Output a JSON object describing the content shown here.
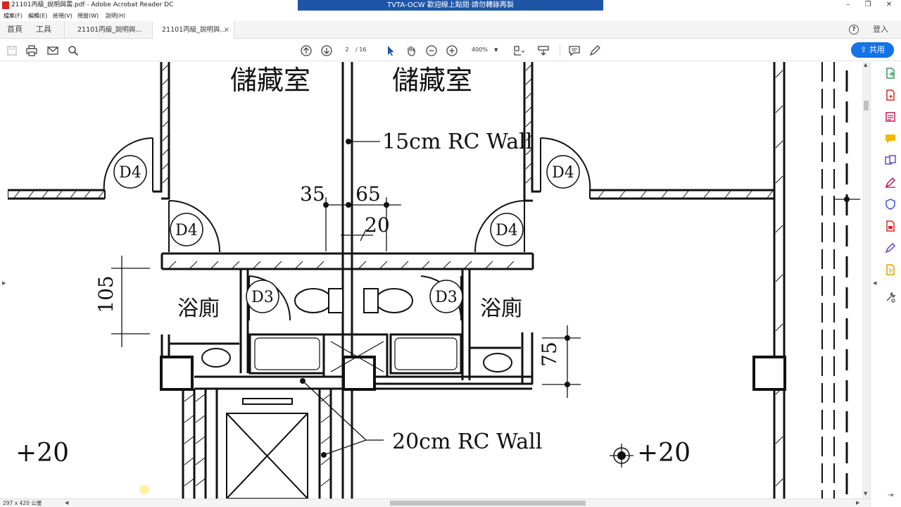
{
  "window": {
    "title": "21101丙級_說明與需.pdf - Adobe Acrobat Reader DC",
    "banner": "TVTA-OCW  歡迎線上點閱‧請勿轉錄再製"
  },
  "menu": {
    "items": [
      "檔案(F)",
      "編輯(E)",
      "檢視(V)",
      "視窗(W)",
      "說明(H)"
    ]
  },
  "tabs": {
    "home": "首頁",
    "tools": "工具",
    "doc1": "21101丙級_說明與...",
    "doc2": "21101丙級_說明與...",
    "close": "×",
    "login": "登入"
  },
  "toolbar": {
    "page_current": "2",
    "page_total": "/ 16",
    "zoom": "400%",
    "share": "共用"
  },
  "drawing": {
    "room_storage_left": "儲藏室",
    "room_storage_right": "儲藏室",
    "room_bath_left": "浴廁",
    "room_bath_right": "浴廁",
    "wall_15": "15cm RC Wall",
    "wall_20": "20cm RC Wall",
    "dim_35": "35",
    "dim_65": "65",
    "dim_20": "20",
    "dim_105": "105",
    "dim_75": "75",
    "level_left": "+20",
    "level_right": "+20",
    "door_d4": "D4",
    "door_d3": "D3"
  },
  "status": {
    "page_size": "297 x 420 公厘"
  },
  "colors": {
    "banner": "#1f55a7",
    "share_button": "#1473e6",
    "acrobat_red": "#d7261e"
  }
}
